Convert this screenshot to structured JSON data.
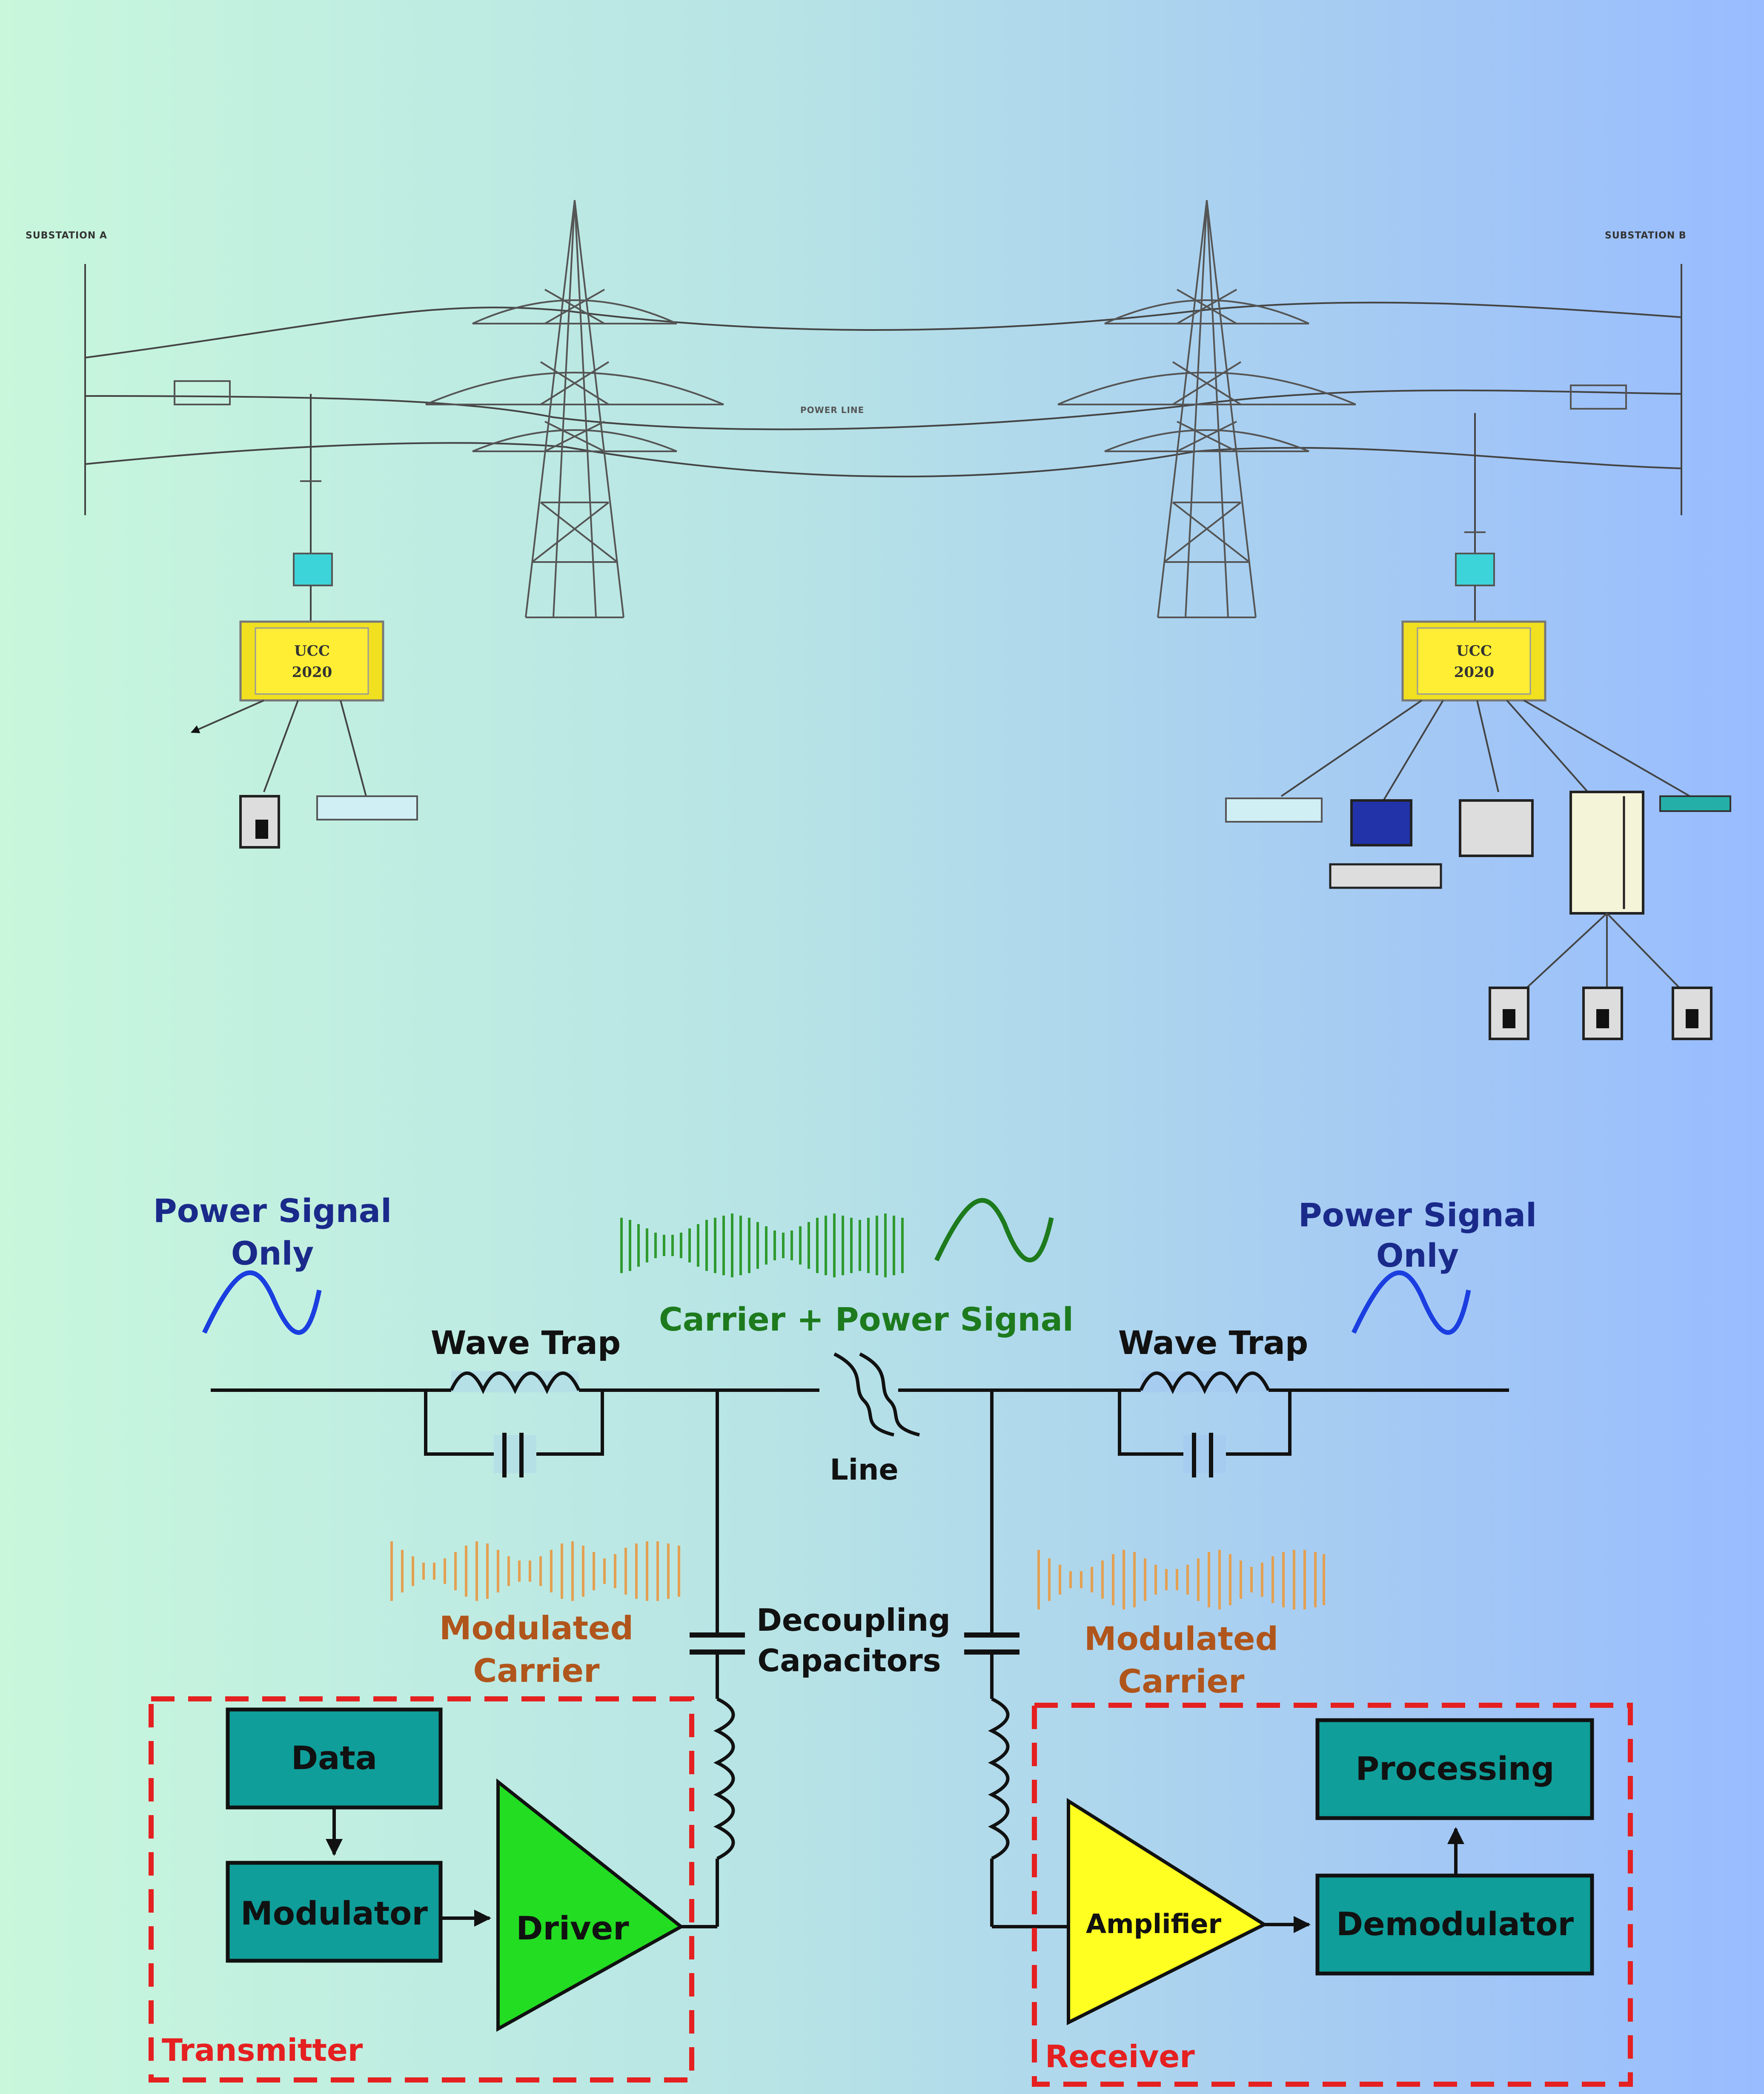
{
  "top_diagram": {
    "substation_a": "SUBSTATION A",
    "substation_b": "SUBSTATION B",
    "power_line": "POWER LINE",
    "ucc_left": [
      "UCC",
      "2020"
    ],
    "ucc_right": [
      "UCC",
      "2020"
    ]
  },
  "bottom_diagram": {
    "power_signal_left": [
      "Power Signal",
      "Only"
    ],
    "power_signal_right": [
      "Power Signal",
      "Only"
    ],
    "carrier_power": "Carrier + Power Signal",
    "wave_trap_left": "Wave Trap",
    "wave_trap_right": "Wave Trap",
    "line": "Line",
    "decoupling": [
      "Decoupling",
      "Capacitors"
    ],
    "modulated_carrier_left": [
      "Modulated",
      "Carrier"
    ],
    "modulated_carrier_right": [
      "Modulated",
      "Carrier"
    ],
    "transmitter": {
      "title": "Transmitter",
      "data": "Data",
      "modulator": "Modulator",
      "driver": "Driver"
    },
    "receiver": {
      "title": "Receiver",
      "processing": "Processing",
      "amplifier": "Amplifier",
      "demodulator": "Demodulator"
    }
  },
  "colors": {
    "block": "#0f9e9a",
    "driver": "#22dd22",
    "amplifier": "#ffff22",
    "dashed_box": "#e52020",
    "power_signal_text": "#1a2a8a",
    "carrier_text": "#1d7a1d",
    "modulated_text": "#b0551b"
  }
}
